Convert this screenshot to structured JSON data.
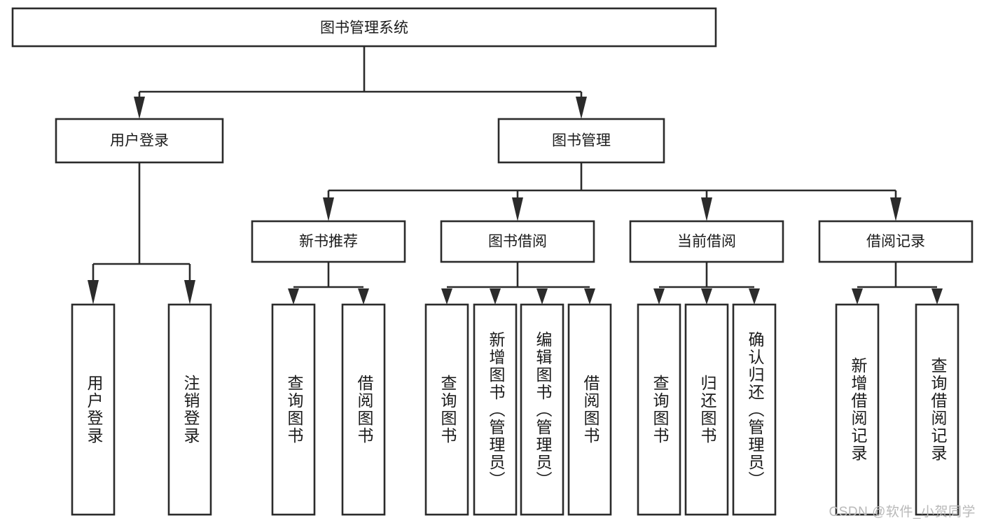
{
  "diagram": {
    "type": "tree-hierarchy",
    "title": "图书管理系统",
    "watermark": "CSDN @软件_小贺同学",
    "colors": {
      "stroke": "#2b2b2b",
      "fill": "#ffffff",
      "text": "#1b1b1b",
      "watermark": "#b9b9b9",
      "background": "#ffffff"
    },
    "levels": {
      "root": {
        "label": "图书管理系统"
      },
      "level2": [
        {
          "id": "user-login",
          "label": "用户登录"
        },
        {
          "id": "book-management",
          "label": "图书管理"
        }
      ],
      "level3": [
        {
          "id": "new-book-recommend",
          "label": "新书推荐",
          "parent": "book-management"
        },
        {
          "id": "book-borrow",
          "label": "图书借阅",
          "parent": "book-management"
        },
        {
          "id": "current-borrow",
          "label": "当前借阅",
          "parent": "book-management"
        },
        {
          "id": "borrow-record",
          "label": "借阅记录",
          "parent": "book-management"
        }
      ],
      "leaves": [
        {
          "id": "leaf-user-login",
          "label": "用户登录",
          "parent": "user-login"
        },
        {
          "id": "leaf-logout",
          "label": "注销登录",
          "parent": "user-login"
        },
        {
          "id": "leaf-query-book-1",
          "label": "查询图书",
          "parent": "new-book-recommend"
        },
        {
          "id": "leaf-borrow-book-1",
          "label": "借阅图书",
          "parent": "new-book-recommend"
        },
        {
          "id": "leaf-query-book-2",
          "label": "查询图书",
          "parent": "book-borrow"
        },
        {
          "id": "leaf-add-book",
          "label": "新增图书（管理员）",
          "parent": "book-borrow"
        },
        {
          "id": "leaf-edit-book",
          "label": "编辑图书（管理员）",
          "parent": "book-borrow"
        },
        {
          "id": "leaf-borrow-book-2",
          "label": "借阅图书",
          "parent": "book-borrow"
        },
        {
          "id": "leaf-query-book-3",
          "label": "查询图书",
          "parent": "current-borrow"
        },
        {
          "id": "leaf-return-book",
          "label": "归还图书",
          "parent": "current-borrow"
        },
        {
          "id": "leaf-confirm-return",
          "label": "确认归还（管理员）",
          "parent": "current-borrow"
        },
        {
          "id": "leaf-add-record",
          "label": "新增借阅记录",
          "parent": "borrow-record"
        },
        {
          "id": "leaf-query-record",
          "label": "查询借阅记录",
          "parent": "borrow-record"
        }
      ]
    }
  }
}
